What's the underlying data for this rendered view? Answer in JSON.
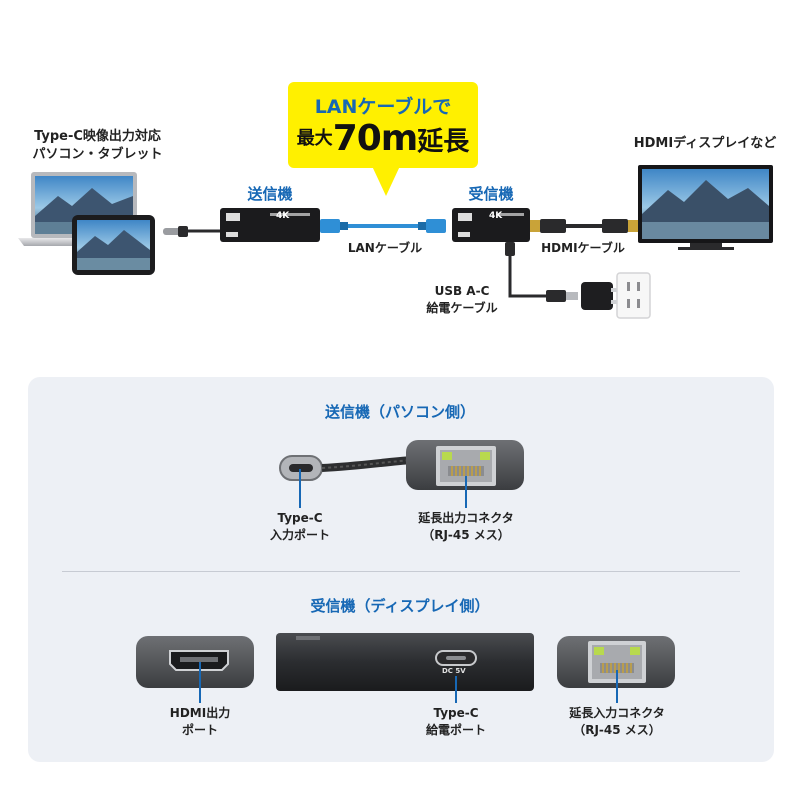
{
  "callout": {
    "line1": "LANケーブルで",
    "line2_a": "最大",
    "line2_b": "70m",
    "line2_c": "延長",
    "bg_color": "#fff000",
    "text_blue": "#1768b5"
  },
  "diagram": {
    "source_label_1": "Type-C映像出力対応",
    "source_label_2": "パソコン・タブレット",
    "transmitter_label": "送信機",
    "receiver_label": "受信機",
    "lan_cable_label": "LANケーブル",
    "hdmi_cable_label": "HDMIケーブル",
    "usb_label_1": "USB A-C",
    "usb_label_2": "給電ケーブル",
    "display_label": "HDMIディスプレイなど",
    "device_badge": "4K"
  },
  "panel": {
    "transmitter_title": "送信機（パソコン側）",
    "typec_input_1": "Type-C",
    "typec_input_2": "入力ポート",
    "out_connector_1": "延長出力コネクタ",
    "out_connector_2": "（RJ-45 メス）",
    "receiver_title": "受信機（ディスプレイ側）",
    "hdmi_out_1": "HDMI出力",
    "hdmi_out_2": "ポート",
    "dc_label": "DC 5V",
    "typec_power_1": "Type-C",
    "typec_power_2": "給電ポート",
    "in_connector_1": "延長入力コネクタ",
    "in_connector_2": "（RJ-45 メス）"
  }
}
